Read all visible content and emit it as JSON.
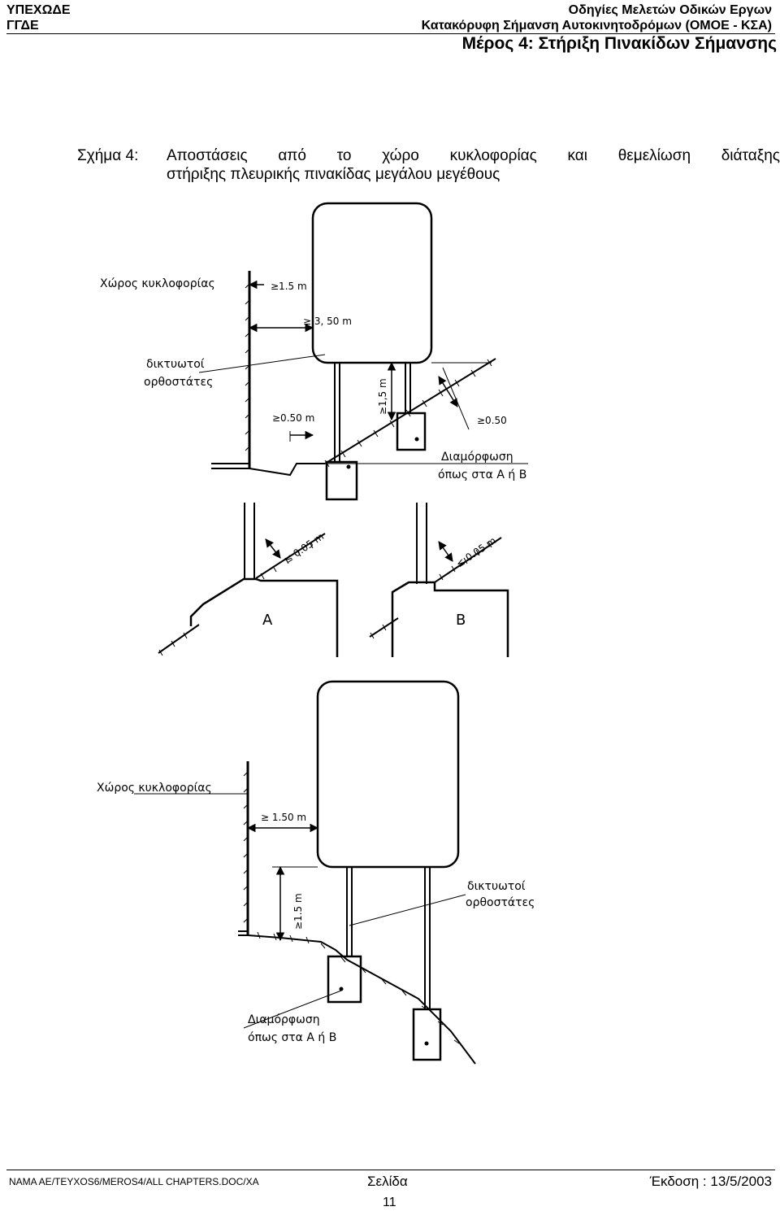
{
  "header": {
    "left_line1": "ΥΠΕΧΩΔΕ",
    "left_line2": "ΓΓΔΕ",
    "right_line1": "Οδηγίες Μελετών Οδικών Εργων",
    "right_line2": "Κατακόρυφη Σήμανση Αυτοκινητοδρόμων (ΟΜΟΕ - ΚΣΑ)",
    "part_title": "Μέρος 4: Στήριξη Πινακίδων Σήμανσης"
  },
  "caption": {
    "label": "Σχήμα 4:",
    "line1_words": [
      "Αποστάσεις",
      "από",
      "το",
      "χώρο",
      "κυκλοφορίας",
      "και",
      "θεμελίωση",
      "διάταξης"
    ],
    "line2": "στήριξης πλευρικής πινακίδας μεγάλου μεγέθους"
  },
  "figure": {
    "top": {
      "traffic_space": "Χώρος κυκλοφορίας",
      "dim_15": "≥1.5 m",
      "dim_350": "≥ 3, 50 m",
      "posts_line1": "δικτυωτοί",
      "posts_line2": "ορθοστάτες",
      "dim_050a": "≥0.50 m",
      "dim_15v": "≥1,5 m",
      "dim_050b": "≥0.50",
      "config_line1": "Διαμόρφωση",
      "config_line2": "όπως στα Α ή Β"
    },
    "details": {
      "dim_a": "≤ 0.05 m",
      "dim_b": "≤ 0.05 m",
      "label_a": "A",
      "label_b": "B"
    },
    "bottom": {
      "traffic_space": "Χώρος κυκλοφορίας",
      "dim_150": "≥ 1.50 m",
      "posts_line1": "δικτυωτοί",
      "posts_line2": "ορθοστάτες",
      "dim_15v": "≥1.5 m",
      "config_line1": "Διαμόρφωση",
      "config_line2": "όπως στα Α ή Β"
    }
  },
  "footer": {
    "file": "NAMA AE/TEYXOS6/MEROS4/ALL CHAPTERS.DOC/XA",
    "page_label": "Σελίδα",
    "edition": "Έκδοση :   13/5/2003",
    "page_number": "11"
  }
}
